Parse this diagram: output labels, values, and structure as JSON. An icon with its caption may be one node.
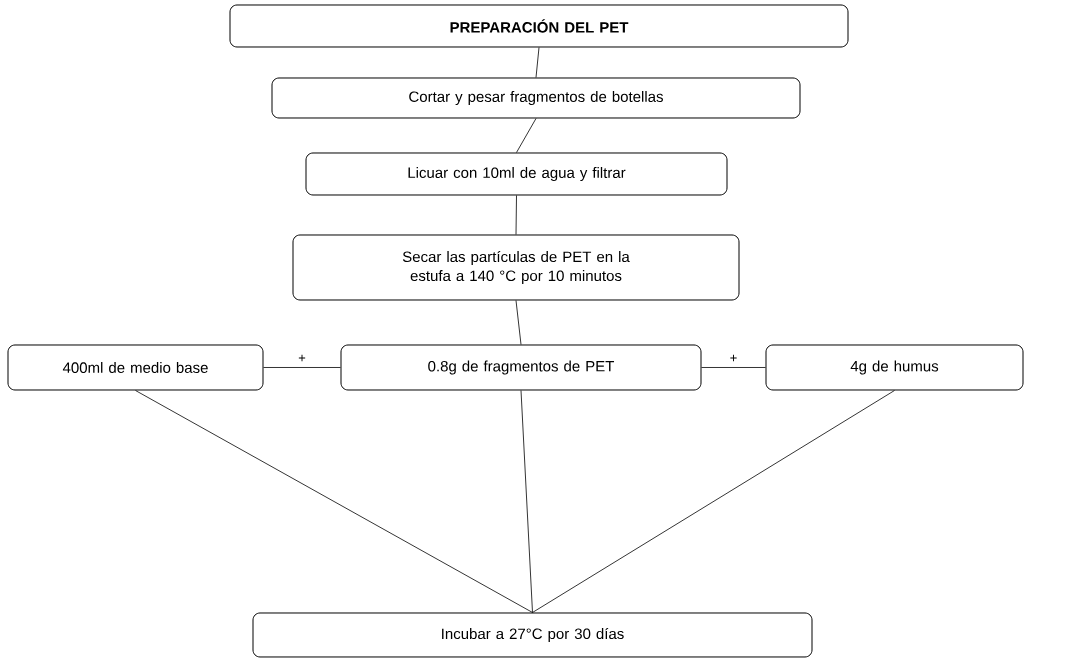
{
  "diagram": {
    "nodes": [
      {
        "text": [
          "PREPARACIÓN DEL PET"
        ]
      },
      {
        "text": [
          "Cortar y pesar fragmentos de botellas"
        ]
      },
      {
        "text": [
          "Licuar con 10ml de agua y filtrar"
        ]
      },
      {
        "text": [
          "Secar las partículas de PET en la estufa a 140 °C por 10 minutos"
        ]
      },
      {
        "text": [
          "400ml de medio base"
        ]
      },
      {
        "text": [
          "0.8g de fragmentos de PET"
        ]
      },
      {
        "text": [
          "4g de humus"
        ]
      },
      {
        "text": [
          "Incubar a 27°C por 30 días"
        ]
      }
    ],
    "edges": [
      {
        "from": 0,
        "to": 1,
        "arrow": "none"
      },
      {
        "from": 1,
        "to": 2,
        "arrow": "none"
      },
      {
        "from": 2,
        "to": 3,
        "arrow": "none"
      },
      {
        "from": 3,
        "to": 5,
        "arrow": "none"
      },
      {
        "from": 4,
        "to": 5,
        "arrow": "none",
        "label": "+"
      },
      {
        "from": 5,
        "to": 6,
        "arrow": "none",
        "label": "+"
      },
      {
        "from": 4,
        "to": 7,
        "arrow": "none"
      },
      {
        "from": 5,
        "to": 7,
        "arrow": "none"
      },
      {
        "from": 6,
        "to": 7,
        "arrow": "none"
      }
    ]
  }
}
